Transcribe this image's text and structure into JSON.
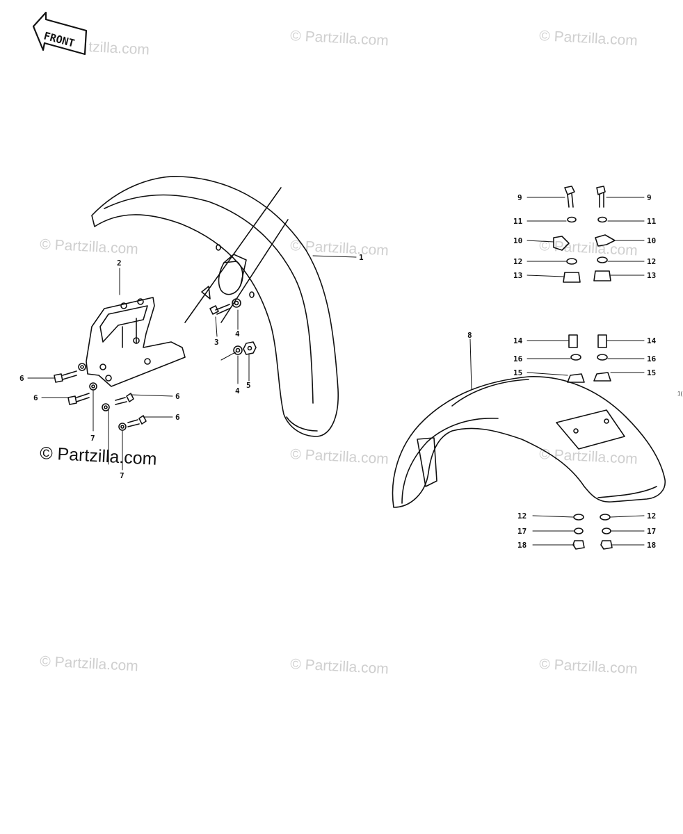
{
  "front_label": "FRONT",
  "watermarks": {
    "light": "© Partzilla.com",
    "dark": "© Partzilla.com",
    "partial_top_left": "tzilla.com"
  },
  "edge_mark": "1(",
  "callouts": [
    {
      "n": "1"
    },
    {
      "n": "2"
    },
    {
      "n": "3"
    },
    {
      "n": "4"
    },
    {
      "n": "4"
    },
    {
      "n": "5"
    },
    {
      "n": "6"
    },
    {
      "n": "6"
    },
    {
      "n": "6"
    },
    {
      "n": "6"
    },
    {
      "n": "7"
    },
    {
      "n": "7"
    },
    {
      "n": "8"
    },
    {
      "n": "9"
    },
    {
      "n": "9"
    },
    {
      "n": "11"
    },
    {
      "n": "11"
    },
    {
      "n": "10"
    },
    {
      "n": "10"
    },
    {
      "n": "12"
    },
    {
      "n": "12"
    },
    {
      "n": "13"
    },
    {
      "n": "13"
    },
    {
      "n": "14"
    },
    {
      "n": "14"
    },
    {
      "n": "16"
    },
    {
      "n": "16"
    },
    {
      "n": "15"
    },
    {
      "n": "15"
    },
    {
      "n": "12"
    },
    {
      "n": "12"
    },
    {
      "n": "17"
    },
    {
      "n": "17"
    },
    {
      "n": "18"
    },
    {
      "n": "18"
    }
  ]
}
